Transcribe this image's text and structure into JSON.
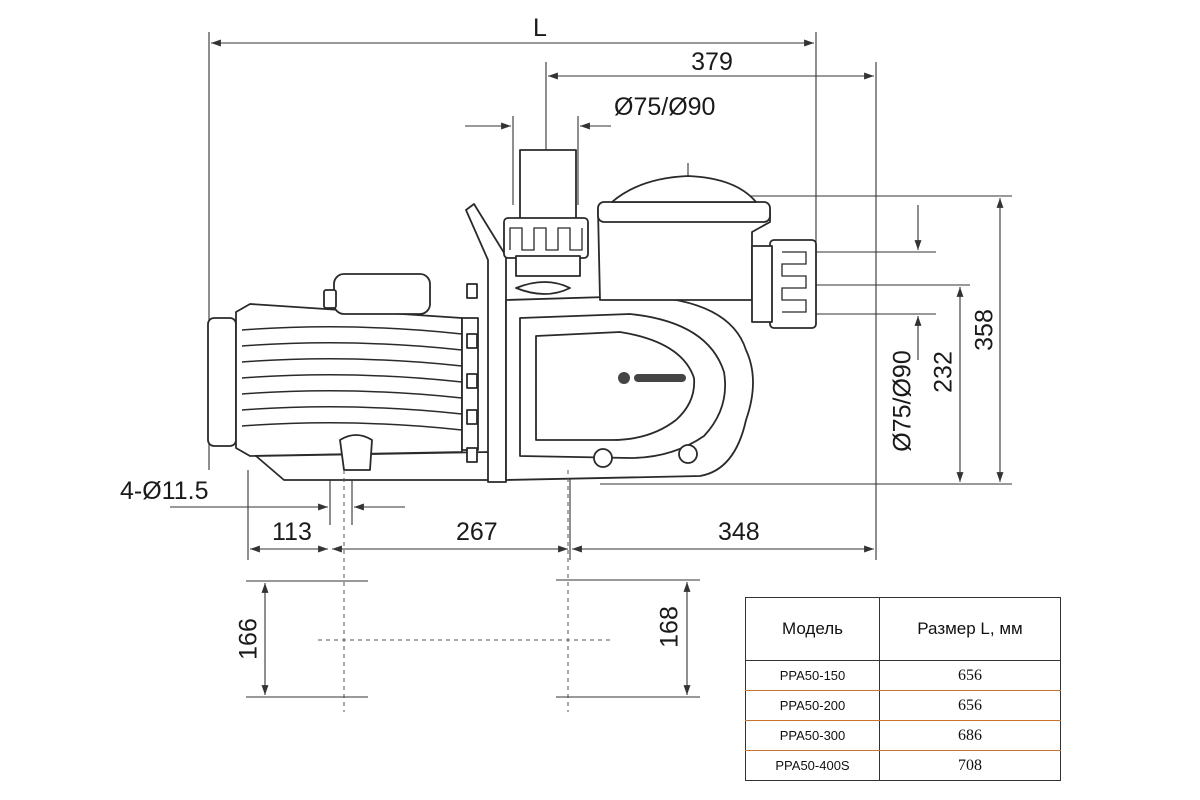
{
  "drawing": {
    "dimensions": {
      "overall_length": "L",
      "top_length": "379",
      "top_pipe": "Ø75/Ø90",
      "side_pipe": "Ø75/Ø90",
      "height_232": "232",
      "height_358": "358",
      "mount_holes": "4-Ø11.5",
      "base_113": "113",
      "base_267": "267",
      "base_348": "348",
      "foot_166": "166",
      "foot_168": "168"
    }
  },
  "spec_table": {
    "headers": [
      "Модель",
      "Размер L, мм"
    ],
    "rows": [
      {
        "model": "PPA50-150",
        "size": "656"
      },
      {
        "model": "PPA50-200",
        "size": "656"
      },
      {
        "model": "PPA50-300",
        "size": "686"
      },
      {
        "model": "PPA50-400S",
        "size": "708"
      }
    ]
  },
  "colors": {
    "line": "#2a2a2a",
    "dim_line": "#333333",
    "row_separator": "#c9732e"
  }
}
